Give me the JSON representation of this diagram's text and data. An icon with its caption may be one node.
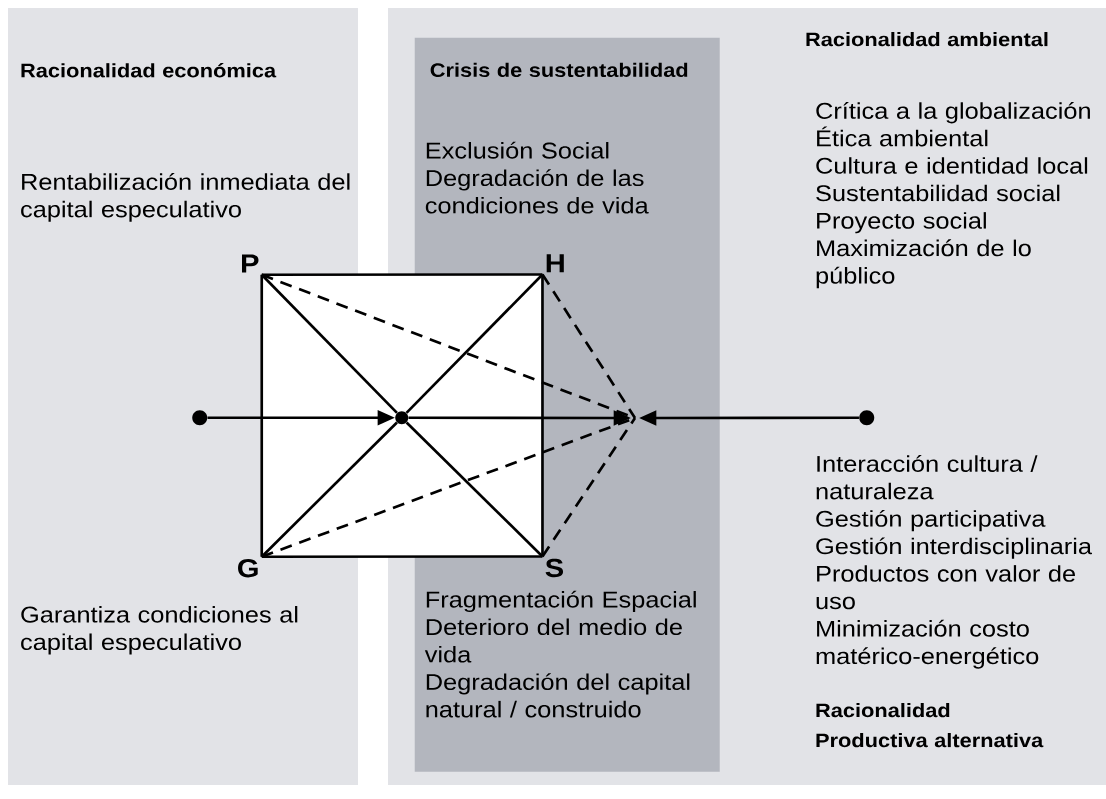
{
  "diagram": {
    "nodes": [
      {
        "text": [
          "Racionalidad económica",
          "Rentabilización inmediata del capital especulativo",
          "Garantiza condiciones al capital especulativo"
        ]
      },
      {
        "text": [
          "Racionalidad ambiental",
          "Crítica a la globalización",
          "Ética ambiental",
          "Cultura e identidad local",
          "Sustentabilidad social",
          "Proyecto social",
          "Maximización de lo público",
          "Interacción cultura / naturaleza",
          "Gestión participativa",
          "Gestión interdisciplinaria",
          "Productos con valor de uso",
          "Minimización costo matérico-energético",
          "Racionalidad Productiva alternativa"
        ]
      },
      {
        "text": [
          "Crisis de sustentabilidad",
          "Exclusión Social",
          "Degradación de las condiciones de vida",
          "Fragmentación Espacial",
          "Deterioro del medio de vida",
          "Degradación del capital natural / construido"
        ],
        "in": 1
      },
      {
        "text": [
          "P"
        ],
        "in": 0
      },
      {
        "text": [
          "H"
        ],
        "in": 2
      },
      {
        "text": [
          "G"
        ],
        "in": 0
      },
      {
        "text": [
          "S"
        ],
        "in": 2
      },
      {
        "text": [],
        "shape": "circle",
        "in": 1
      },
      {
        "text": [],
        "shape": "circle",
        "in": 0
      },
      {
        "text": [],
        "shape": "circle",
        "in": 1
      }
    ],
    "edges": [
      {
        "from": 3,
        "to": 4,
        "arrow": "none"
      },
      {
        "from": 4,
        "to": 6,
        "arrow": "none"
      },
      {
        "from": 6,
        "to": 5,
        "arrow": "none"
      },
      {
        "from": 5,
        "to": 3,
        "arrow": "none"
      },
      {
        "from": 3,
        "to": 7,
        "arrow": "none"
      },
      {
        "from": 7,
        "to": 6,
        "arrow": "none"
      },
      {
        "from": 5,
        "to": 7,
        "arrow": "none"
      },
      {
        "from": 7,
        "to": 4,
        "arrow": "none"
      },
      {
        "from": 8,
        "to": 7,
        "arrow": "to"
      },
      {
        "from": 7,
        "to": null,
        "arrow": "to"
      },
      {
        "from": 9,
        "to": null,
        "arrow": "to"
      },
      {
        "from": 3,
        "to": null,
        "arrow": "none",
        "style": "dashed"
      },
      {
        "from": 4,
        "to": null,
        "arrow": "none",
        "style": "dashed"
      },
      {
        "from": 5,
        "to": null,
        "arrow": "none",
        "style": "dashed"
      },
      {
        "from": 6,
        "to": null,
        "arrow": "none",
        "style": "dashed"
      }
    ]
  }
}
